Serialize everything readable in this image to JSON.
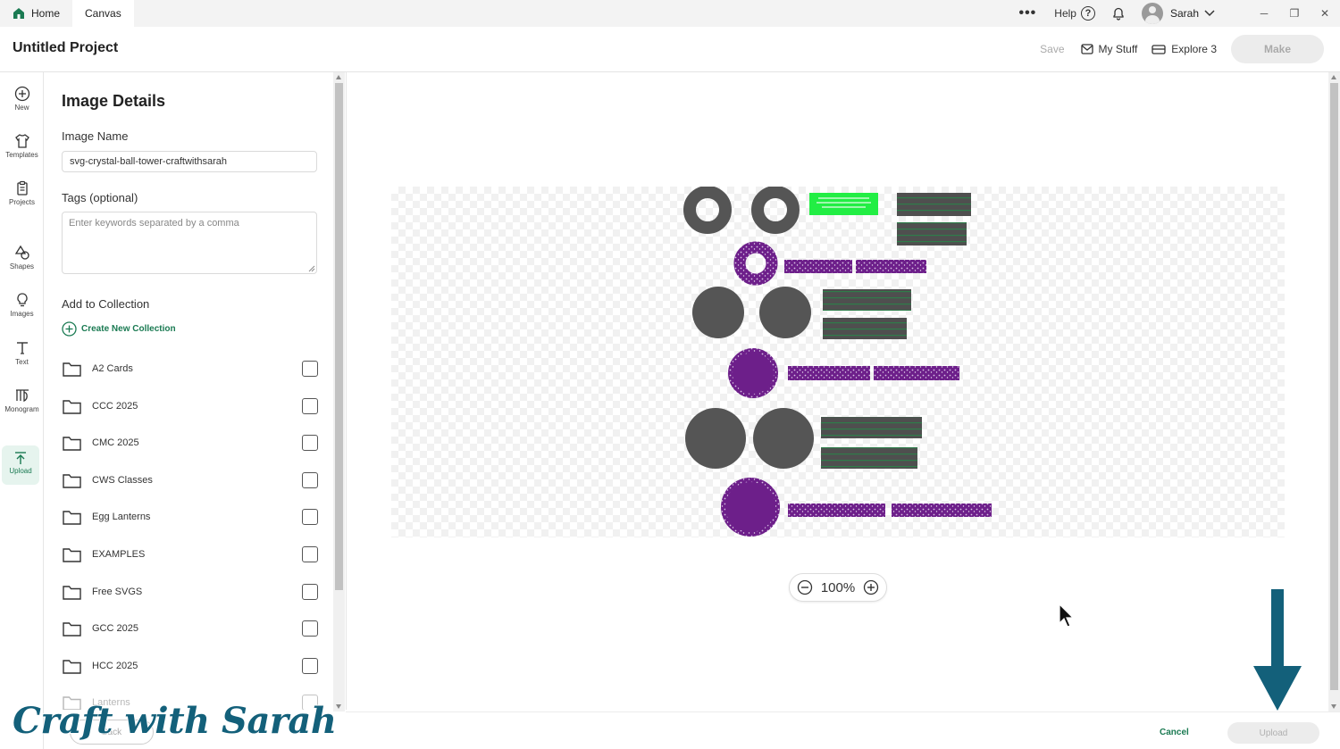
{
  "tabs": [
    {
      "label": "Home"
    },
    {
      "label": "Canvas"
    }
  ],
  "topbar": {
    "more": "•••",
    "help": "Help",
    "help_q": "?",
    "user": "Sarah",
    "minimize": "─",
    "restore": "❐",
    "close": "✕"
  },
  "header": {
    "project_title": "Untitled Project",
    "save": "Save",
    "my_stuff": "My Stuff",
    "machine": "Explore 3",
    "make": "Make"
  },
  "rail": [
    {
      "label": "New"
    },
    {
      "label": "Templates"
    },
    {
      "label": "Projects"
    },
    {
      "label": "Shapes"
    },
    {
      "label": "Images"
    },
    {
      "label": "Text"
    },
    {
      "label": "Monogram"
    },
    {
      "label": "Upload"
    }
  ],
  "panel": {
    "title": "Image Details",
    "image_name_label": "Image Name",
    "image_name_value": "svg-crystal-ball-tower-craftwithsarah",
    "tags_label": "Tags (optional)",
    "tags_placeholder": "Enter keywords separated by a comma",
    "collection_label": "Add to Collection",
    "create_new": "Create New Collection",
    "collections": [
      {
        "name": "A2 Cards"
      },
      {
        "name": "CCC 2025"
      },
      {
        "name": "CMC 2025"
      },
      {
        "name": "CWS Classes"
      },
      {
        "name": "Egg Lanterns"
      },
      {
        "name": "EXAMPLES"
      },
      {
        "name": "Free SVGS"
      },
      {
        "name": "GCC 2025"
      },
      {
        "name": "HCC 2025"
      },
      {
        "name": "Lanterns"
      }
    ],
    "back": "Back"
  },
  "canvas": {
    "zoom": "100%"
  },
  "footer": {
    "cancel": "Cancel",
    "upload": "Upload"
  },
  "watermark": "Craft with Sarah",
  "colors": {
    "brand_green": "#1a7a52",
    "piece_gray": "#555555",
    "piece_purple": "#6d1f8a",
    "label_green": "#22ee44",
    "arrow_teal": "#13607a"
  }
}
